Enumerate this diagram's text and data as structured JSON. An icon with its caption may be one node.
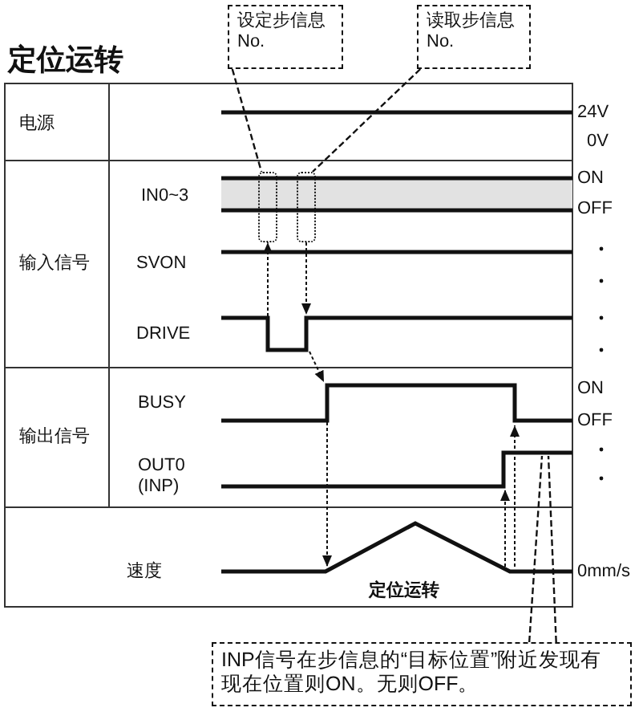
{
  "diagram": {
    "title": "定位运转",
    "nodes": [
      {
        "text": [
          "设定步信息 No."
        ]
      },
      {
        "text": [
          "读取步信息 No."
        ]
      },
      {
        "text": [
          "INP信号在步信息的“目标位置”附近发现有现在位置则ON。无则OFF。"
        ]
      },
      {
        "text": [],
        "shape": "box"
      },
      {
        "text": [],
        "shape": "box"
      }
    ],
    "edges": [
      {
        "from": 0,
        "to": 3,
        "arrow": "none",
        "style": "dashed"
      },
      {
        "from": 1,
        "to": 4,
        "arrow": "none",
        "style": "dashed"
      },
      {
        "from": 2,
        "to": null,
        "arrow": "none",
        "style": "dashed"
      },
      {
        "from": 2,
        "to": null,
        "arrow": "none",
        "style": "dashed"
      },
      {
        "from": null,
        "to": 3,
        "arrow": "to",
        "style": "dashed"
      },
      {
        "from": 4,
        "to": null,
        "arrow": "to",
        "style": "dashed"
      }
    ],
    "labels": [
      "电源",
      "24V",
      "0V",
      "IN0~3",
      "ON",
      "OFF",
      "输入信号",
      "SVON",
      "DRIVE",
      "ON",
      "BUSY",
      "OFF",
      "输出信号",
      "OUT0 (INP)",
      "速度",
      "0mm/s",
      "定位运转"
    ]
  }
}
